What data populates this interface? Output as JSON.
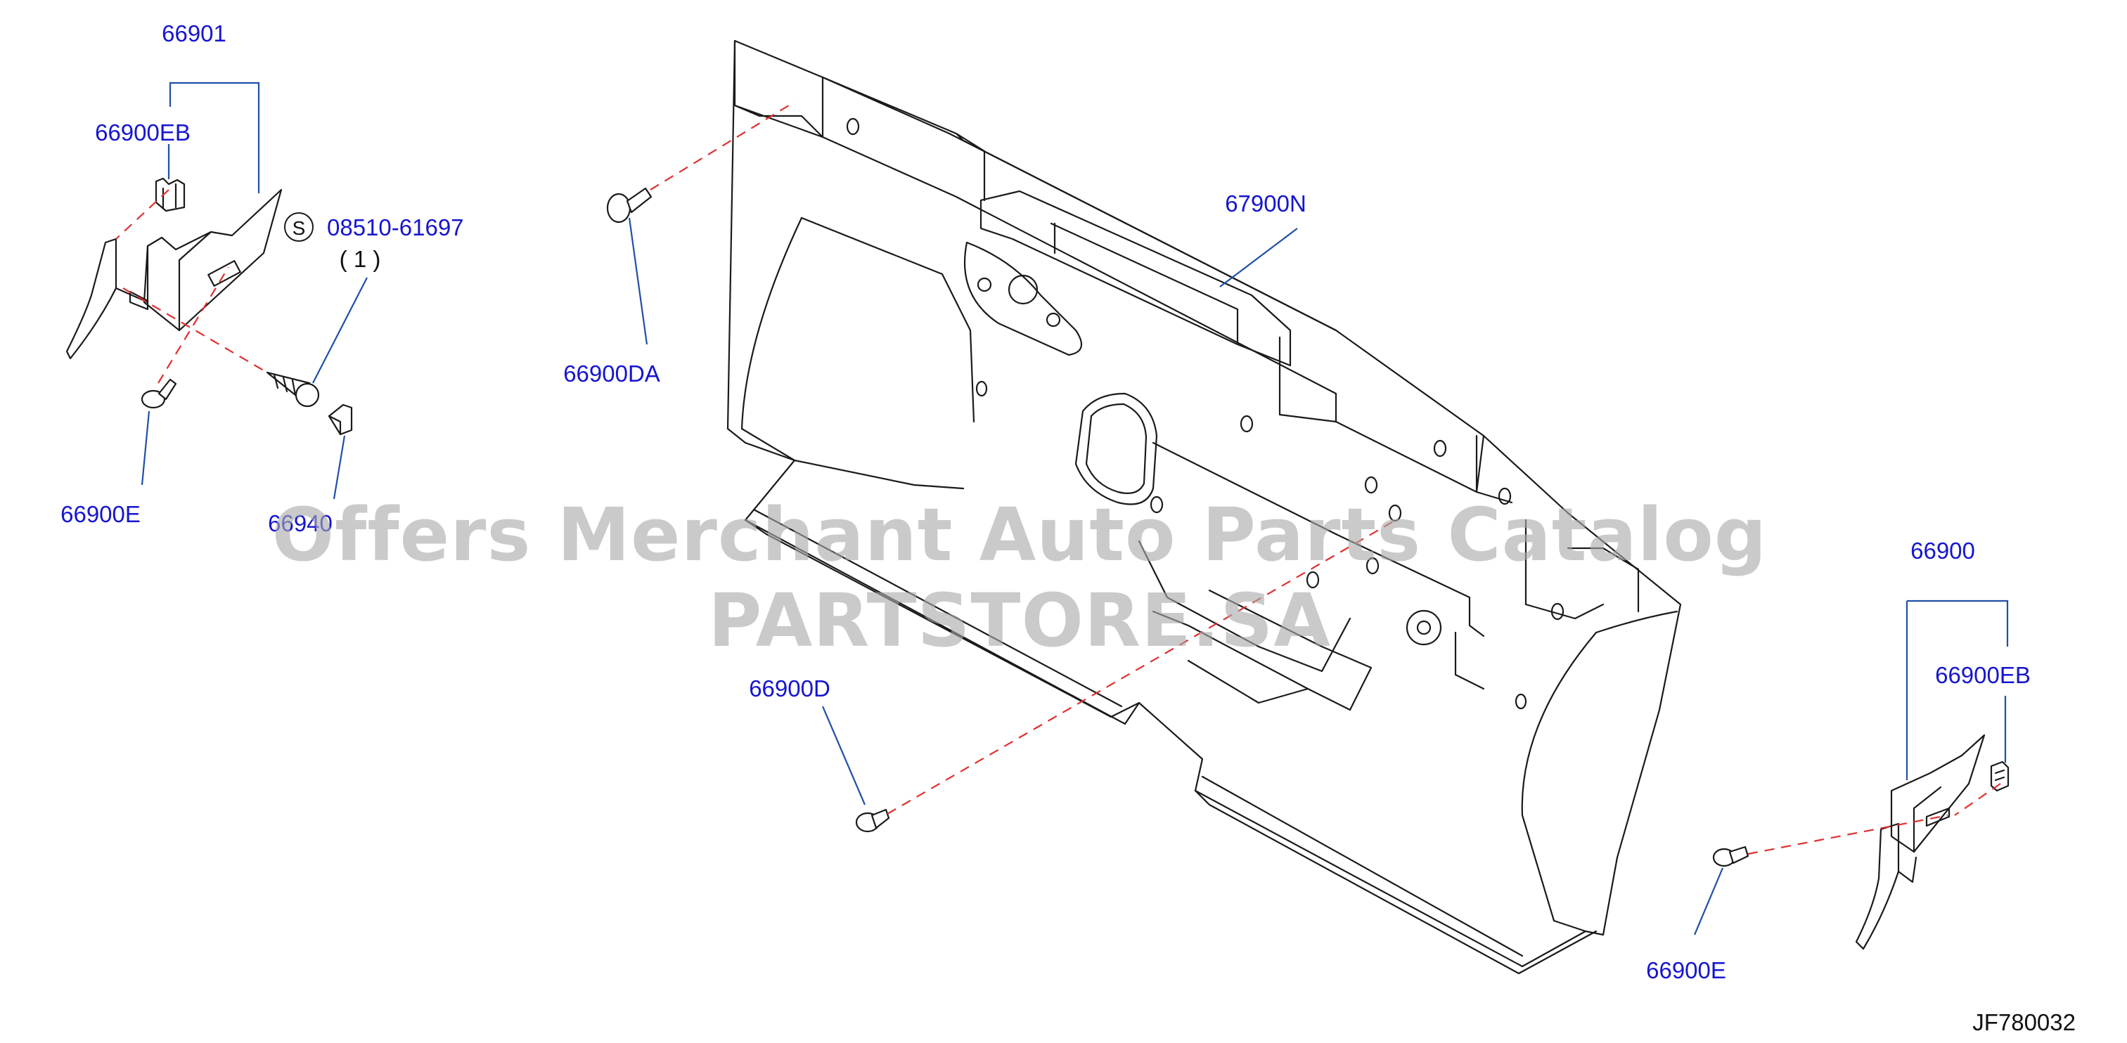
{
  "labels": {
    "p66901": "66901",
    "p66900EB_left": "66900EB",
    "s_symbol": "S",
    "p08510": "08510-61697",
    "qty": "( 1 )",
    "p66900DA": "66900DA",
    "p67900N": "67900N",
    "p66900E_left": "66900E",
    "p66940": "66940",
    "p66900D": "66900D",
    "p66900_right": "66900",
    "p66900EB_right": "66900EB",
    "p66900E_right": "66900E",
    "diagram_code": "JF780032"
  },
  "watermark": "Offers Merchant Auto Parts Catalog PARTSTORE.SA",
  "colors": {
    "label": "#1515d0",
    "leader": "#1f4fa8",
    "dashed_line": "#e03030",
    "outline": "#1a1a1a",
    "watermark": "#aaaaaa"
  }
}
